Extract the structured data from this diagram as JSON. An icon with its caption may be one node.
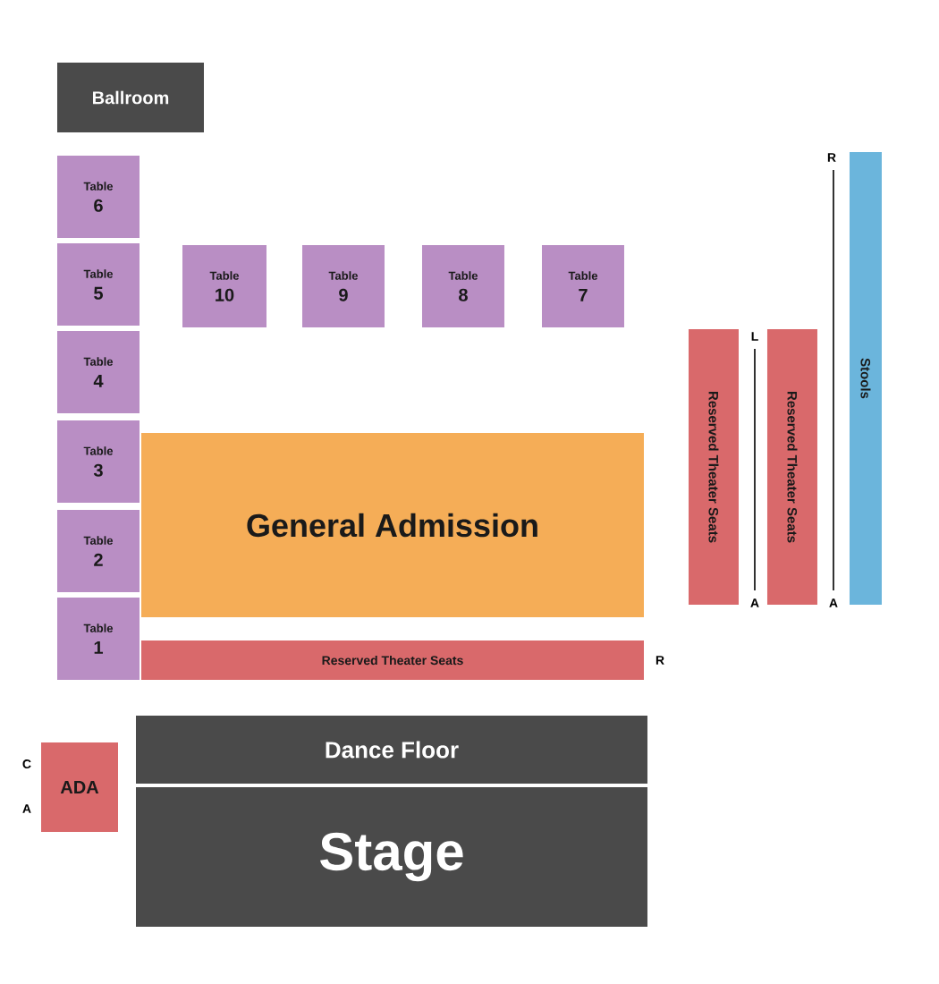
{
  "diagram": {
    "nodes": [
      {
        "text": [
          "Ballroom"
        ]
      },
      {
        "text": [
          "Table",
          "6"
        ]
      },
      {
        "text": [
          "Table",
          "5"
        ]
      },
      {
        "text": [
          "Table",
          "10"
        ]
      },
      {
        "text": [
          "Table",
          "9"
        ]
      },
      {
        "text": [
          "Table",
          "8"
        ]
      },
      {
        "text": [
          "Table",
          "7"
        ]
      },
      {
        "text": [
          "Stools"
        ]
      },
      {
        "text": [
          "Reserved Theater Seats"
        ]
      },
      {
        "text": [
          "Reserved Theater Seats"
        ]
      },
      {
        "text": [
          "Table",
          "4"
        ]
      },
      {
        "text": [
          "Table",
          "3"
        ]
      },
      {
        "text": [
          "General Admission"
        ]
      },
      {
        "text": [
          "Table",
          "2"
        ]
      },
      {
        "text": [
          "Table",
          "1"
        ]
      },
      {
        "text": [
          "Reserved Theater Seats"
        ]
      },
      {
        "text": [
          "ADA"
        ]
      },
      {
        "text": [
          "Dance Floor"
        ]
      },
      {
        "text": [
          "Stage"
        ]
      }
    ],
    "labels": [
      "R",
      "L",
      "A",
      "A",
      "R",
      "C",
      "A"
    ]
  }
}
